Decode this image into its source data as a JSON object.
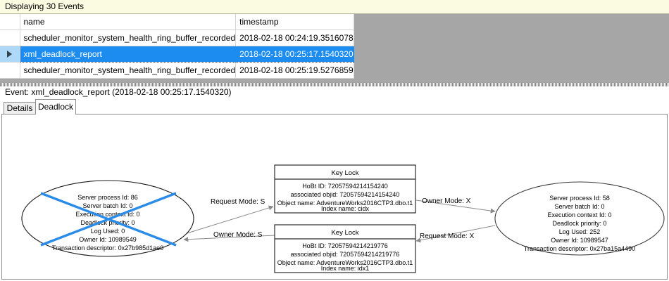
{
  "status_banner": {
    "text": "Displaying 30 Events"
  },
  "grid": {
    "columns": [
      "",
      "name",
      "timestamp"
    ],
    "rows": [
      {
        "marker": "",
        "name": "scheduler_monitor_system_health_ring_buffer_recorded",
        "timestamp": "2018-02-18 00:24:19.3516078",
        "selected": false
      },
      {
        "marker": "row-selector-arrow",
        "name": "xml_deadlock_report",
        "timestamp": "2018-02-18 00:25:17.1540320",
        "selected": true
      },
      {
        "marker": "",
        "name": "scheduler_monitor_system_health_ring_buffer_recorded",
        "timestamp": "2018-02-18 00:25:19.5276859",
        "selected": false
      }
    ]
  },
  "event_header": {
    "text": "Event: xml_deadlock_report (2018-02-18 00:25:17.1540320)"
  },
  "tabs": {
    "details_label": "Details",
    "deadlock_label": "Deadlock",
    "active": "Deadlock"
  },
  "deadlock_graph": {
    "victim_process": {
      "lines": [
        "Server process Id: 86",
        "Server batch Id: 0",
        "Execution context Id: 0",
        "Deadlock priority: 0",
        "Log Used: 0",
        "Owner Id: 10989549",
        "Transaction descriptor: 0x27b985d1ae0"
      ],
      "is_victim": true,
      "victim_cross_color": "#2b8ce8"
    },
    "winner_process": {
      "lines": [
        "Server process Id: 58",
        "Server batch Id: 0",
        "Execution context Id: 0",
        "Deadlock priority: 0",
        "Log Used: 252",
        "Owner Id: 10989547",
        "Transaction descriptor: 0x27ba15a4490"
      ],
      "is_victim": false
    },
    "resource_top": {
      "title": "Key Lock",
      "lines": [
        "HoBt ID: 72057594214154240",
        "associated objid: 72057594214154240",
        "Object name: AdventureWorks2016CTP3.dbo.t1",
        "Index name: cidx"
      ]
    },
    "resource_bottom": {
      "title": "Key Lock",
      "lines": [
        "HoBt ID: 72057594214219776",
        "associated objid: 72057594214219776",
        "Object name: AdventureWorks2016CTP3.dbo.t1",
        "Index name: idx1"
      ]
    },
    "edges": {
      "left_top": "Request Mode: S",
      "left_bottom": "Owner Mode: S",
      "right_top": "Owner Mode: X",
      "right_bottom": "Request Mode: X"
    }
  },
  "colors": {
    "selection_blue": "#1c8cf0",
    "banner_yellow": "#fbfbe2",
    "grid_empty_gray": "#a6a6a6",
    "victim_cross": "#2b8ce8"
  }
}
